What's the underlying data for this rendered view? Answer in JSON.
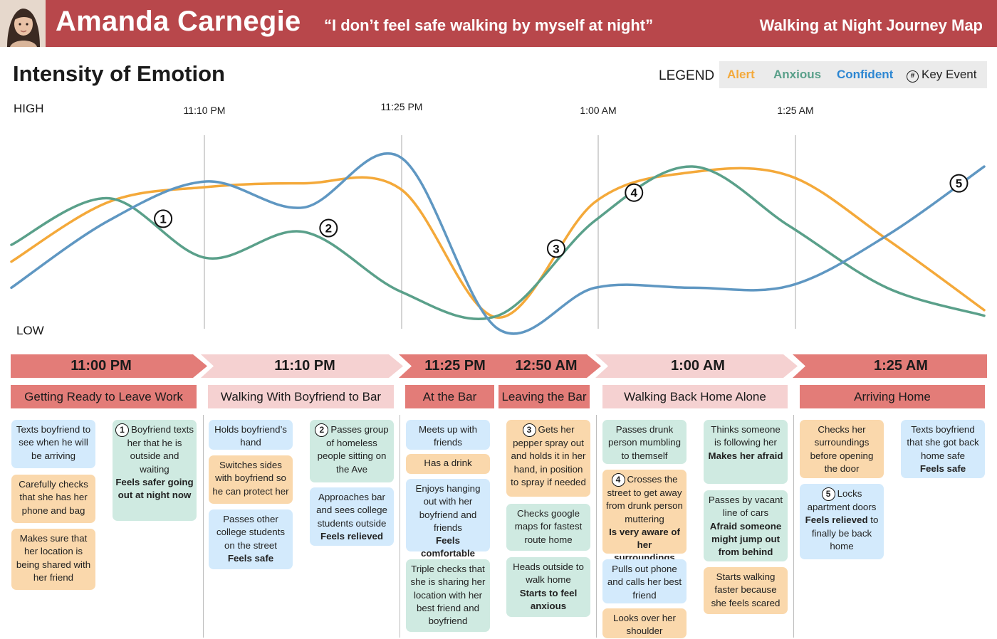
{
  "header": {
    "name": "Amanda Carnegie",
    "quote": "“I don’t feel safe walking by myself at night”",
    "map_title": "Walking at Night Journey Map"
  },
  "section_title": "Intensity of Emotion",
  "legend": {
    "label": "LEGEND",
    "alert": "Alert",
    "anxious": "Anxious",
    "confident": "Confident",
    "key_symbol": "#",
    "key_event": "Key Event"
  },
  "colors": {
    "header_bg": "#b8474b",
    "alert": "#f4a93a",
    "anxious": "#5aa08a",
    "confident": "#2c86d2",
    "confident_muted": "#5f97c2",
    "chevron_dark": "#e37c78",
    "chevron_light": "#f5d1d1",
    "card_blue": "#d3eafc",
    "card_orange": "#fad8ac",
    "card_green": "#cfeae1"
  },
  "chart_data": {
    "type": "line",
    "y_labels": {
      "high": "HIGH",
      "low": "LOW"
    },
    "ylim": [
      0,
      100
    ],
    "x_ticks": [
      "11:10 PM",
      "11:25 PM",
      "1:00 AM",
      "1:25 AM"
    ],
    "grid": "vertical lines at each tick",
    "legend_position": "top-right",
    "x": [
      0,
      0.5,
      1,
      1.5,
      2,
      2.5,
      3,
      3.5,
      4,
      4.5,
      5
    ],
    "series": [
      {
        "name": "Alert",
        "color": "#f4a93a",
        "values": [
          36,
          68,
          76,
          78,
          75,
          6,
          68,
          84,
          82,
          48,
          10
        ]
      },
      {
        "name": "Anxious",
        "color": "#5aa08a",
        "values": [
          45,
          70,
          38,
          52,
          20,
          7,
          58,
          87,
          55,
          22,
          7
        ]
      },
      {
        "name": "Confident",
        "color": "#2c86d2",
        "values": [
          22,
          58,
          79,
          65,
          92,
          0,
          22,
          22,
          23,
          50,
          87
        ]
      }
    ],
    "key_events": [
      {
        "label": "1",
        "x": 0.78,
        "value": 59
      },
      {
        "label": "2",
        "x": 1.63,
        "value": 54
      },
      {
        "label": "3",
        "x": 2.8,
        "value": 43
      },
      {
        "label": "4",
        "x": 3.2,
        "value": 73
      },
      {
        "label": "5",
        "x": 4.87,
        "value": 78
      }
    ]
  },
  "timeline": {
    "times": [
      "11:00 PM",
      "11:10 PM",
      "11:25 PM",
      "12:50 AM",
      "1:00 AM",
      "1:25 AM"
    ],
    "phases": [
      "Getting Ready to Leave Work",
      "Walking With Boyfriend to Bar",
      "At the Bar",
      "Leaving the Bar",
      "Walking Back Home Alone",
      "Arriving Home"
    ]
  },
  "cards": {
    "c1": "Texts boyfriend to see when he will be arriving",
    "c2": "Carefully checks that she has her phone and bag",
    "c3": "Makes sure that her location is being shared with her friend",
    "c4_num": "1",
    "c4": "Boyfriend texts her that he is outside and waiting",
    "c4_bold": "Feels safer going out at night now",
    "c5": "Holds boyfriend’s hand",
    "c6": "Switches sides with boyfriend so he can protect her",
    "c7": "Passes other college students on the street",
    "c7_bold": "Feels safe",
    "c8_num": "2",
    "c8": "Passes group of homeless people sitting on the Ave",
    "c9": "Approaches bar and sees college students outside",
    "c9_bold": "Feels relieved",
    "c10": "Meets up with friends",
    "c11": "Has a drink",
    "c12": "Enjoys hanging out with her boyfriend and friends",
    "c12_bold": "Feels comfortable",
    "c13": "Triple checks that she is sharing her location with her best friend and boyfriend",
    "c14_num": "3",
    "c14": "Gets her pepper spray out and holds it in her hand, in position to spray if needed",
    "c15": "Checks google maps for fastest route home",
    "c16": "Heads outside to walk home",
    "c16_bold": "Starts to feel anxious",
    "c17": "Passes drunk person mumbling to themself",
    "c18_num": "4",
    "c18": "Crosses the street to get away from drunk person muttering",
    "c18_bold": "Is very aware of her surroundings",
    "c19": "Pulls out phone and calls her best friend",
    "c20": "Looks over her shoulder",
    "c21": "Thinks someone is following her",
    "c21_bold": "Makes her afraid",
    "c22": "Passes by vacant line of cars",
    "c22_bold": "Afraid someone might jump out from behind",
    "c23": "Starts walking faster because she feels scared",
    "c24": "Checks her surroundings before opening the door",
    "c25_num": "5",
    "c25": "Locks apartment doors",
    "c25_bold": "Feels relieved",
    "c25_tail": "to finally be back home",
    "c26": "Texts boyfriend that she got back home safe",
    "c26_bold": "Feels safe"
  }
}
